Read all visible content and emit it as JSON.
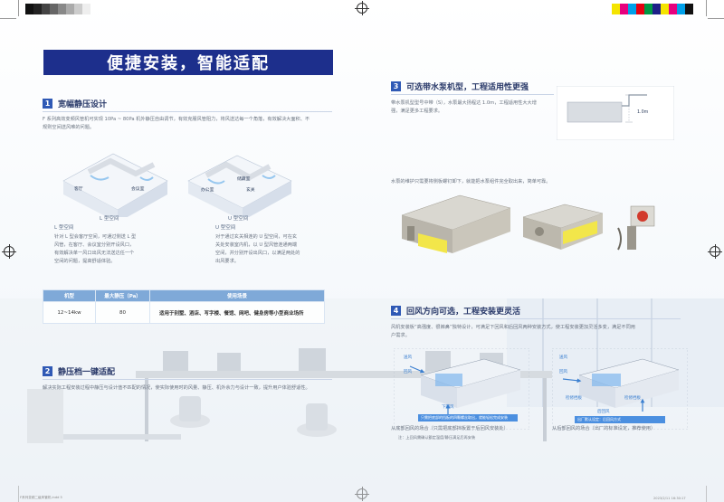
{
  "banner": {
    "title": "便捷安装，智能适配"
  },
  "section1": {
    "num": "1",
    "title": "宽幅静压设计",
    "intro_lines": [
      "F 系列高效变频风管机可实现 10Pa ~ 80Pa 机外静压自由调节，有效克服风管阻力，将风送达每一个角落，有效解决大面积、不",
      "规则空间送风难的问题。"
    ],
    "l_type": {
      "caption": "L 型空间",
      "room_a": "客厅",
      "room_b": "会议室",
      "lines": [
        "针对 L 型会客厅空间，可通过侧送 L 型",
        "风管，在客厅、会议室分别开设风口，",
        "有效解决单一风口出风无法送达任一个",
        "空间的问题，提高舒适体验。"
      ]
    },
    "u_type": {
      "caption": "U 型空间",
      "room_a": "办公室",
      "room_b": "储藏室",
      "room_c": "玄关",
      "lines": [
        "对于通过玄关相连的 U 型空间，可在玄",
        "关处安装室内机，以 U 型风管连通两端",
        "空间，并分别开设出风口，以满足两处的",
        "出风要求。"
      ]
    }
  },
  "spec_table": {
    "headers": [
      "机型",
      "最大静压（Pa）",
      "使用场景"
    ],
    "row": {
      "model": "12~14kw",
      "pressure": "80",
      "usage": "适用于别墅、酒店、写字楼、餐馆、网吧、健身房等小型商业场所"
    }
  },
  "section2": {
    "num": "2",
    "title": "静压档一键适配",
    "line": "解决实际工程安装过程中静压与设计值不匹配的情况，使实际使用时的风量、静压、机外余力与设计一致，提升用户体验舒适性。"
  },
  "section3": {
    "num": "3",
    "title": "可选带水泵机型，工程适用性更强",
    "lines": [
      "带水泵机型型号中带（S），水泵最大扬程达 1.0m，工程适用性大大增",
      "强，满足更多工程要求。"
    ],
    "height_label": "1.0m",
    "panel_line": "水泵的维护只需要将侧板螺钉卸下，就能把水泵组件完全取出来，简单可靠。"
  },
  "section4": {
    "num": "4",
    "title": "回风方向可选，工程安装更灵活",
    "lines": [
      "风机安装板“高强度、很裤鼻”独特设计，可满足下回风和后回风两种安装方式，使工程安装更加灵活多变，满足不同用",
      "户需求。"
    ],
    "left": {
      "tag_top": "送风",
      "tag_side": "回风",
      "tag_blue": "下回风",
      "box_text": "只需把底部的挡板的四颗螺丝取出，就能轻松完成安装",
      "note1": "从底部回风的场合（只需把底部挡板置于后回风安装处）",
      "note2": "注：上回风需确认额定温度/静压满足后再安装"
    },
    "right": {
      "tag_top": "送风",
      "tag_mid": "回风",
      "tag_a": "检修挡板",
      "tag_b": "检修挡板",
      "tag_blue": "后回风",
      "box_text": "出厂默认设定：后回风方式",
      "note1": "从后部回风的场合（出厂的标准设定，推荐使用）"
    }
  },
  "footer": {
    "left": "F系列变频二级风管机.indd 5",
    "right": "2023/2/11  16:30:17"
  },
  "colors": {
    "banner": "#1d2f8c",
    "section_num": "#2f59b5",
    "table_header": "#7fa9d8",
    "accent_blue": "#4b8fe0",
    "pipe_yellow": "#f2e64a"
  }
}
